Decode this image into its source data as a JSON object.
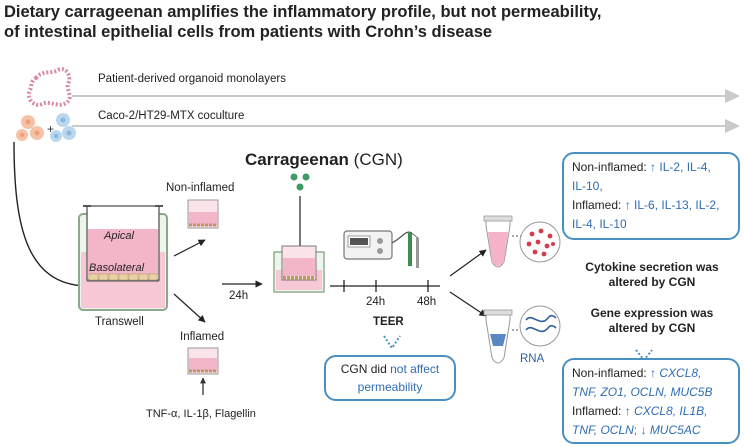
{
  "title": {
    "line1": "Dietary carrageenan amplifies the inflammatory profile, but not permeability,",
    "line2": "of intestinal epithelial cells from patients with Crohn’s disease"
  },
  "models": {
    "organoid": "Patient-derived organoid monolayers",
    "coculture": "Caco-2/HT29-MTX coculture"
  },
  "treatment": {
    "name": "Carrageenan",
    "abbr": "(CGN)"
  },
  "conditions": {
    "non_inflamed": "Non-inflamed",
    "inflamed": "Inflamed",
    "stimuli": "TNF-α, IL-1β, Flagellin"
  },
  "transwell": {
    "apical": "Apical",
    "basolateral": "Basolateral",
    "label": "Transwell"
  },
  "timeline": {
    "t24_first": "24h",
    "t24": "24h",
    "t48": "48h",
    "teer": "TEER"
  },
  "teer_box": {
    "prefix": "CGN did ",
    "highlight": "not affect",
    "line2": "permeability"
  },
  "rna_label": "RNA",
  "cytokine": {
    "heading_line1": "Cytokine secretion was",
    "heading_line2": "altered by CGN",
    "non_inflamed_label": "Non-inflamed:",
    "non_inflamed_values": "↑ IL-2, IL-4,",
    "non_inflamed_values2": "IL-10,",
    "inflamed_label": "Inflamed:",
    "inflamed_values": "↑ IL-6, IL-13, IL-2,",
    "inflamed_values2": "IL-4, IL-10"
  },
  "gene": {
    "heading_line1": "Gene expression was",
    "heading_line2": "altered by CGN",
    "non_inflamed_label": "Non-inflamed:",
    "non_inflamed_arrow": "↑",
    "non_inflamed_genes1": "CXCL8,",
    "non_inflamed_genes2": "TNF, ZO1, OCLN, MUC5B",
    "inflamed_label": "Inflamed:",
    "inflamed_arrow": "↑",
    "inflamed_genes1": "CXCL8, IL1B,",
    "inflamed_genes2a": "TNF, OCLN",
    "inflamed_sep": "; ↓",
    "inflamed_genes2b": "MUC5AC"
  },
  "colors": {
    "accent_blue": "#2f6db3",
    "box_border": "#4a8fc2",
    "pink": "#e8a6bd",
    "bar_gray": "#c9c9c9",
    "bead_green": "#3f9a63",
    "cytokine_red": "#d63b4a"
  }
}
